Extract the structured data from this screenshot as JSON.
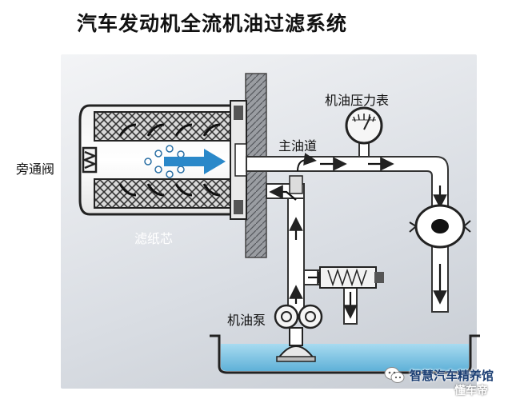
{
  "title": "汽车发动机全流机油过滤系统",
  "labels": {
    "bypass_valve": "旁通阀",
    "main_gallery": "主油道",
    "pressure_gauge": "机油压力表",
    "filter_element": "滤纸芯",
    "oil_pump": "机油泵"
  },
  "watermark": {
    "account": "智慧汽车精养馆",
    "sub": "懂车帝"
  },
  "colors": {
    "pipe": "#ffffff",
    "oil": "#7fc7e6",
    "flow_arrow": "#2a88c9",
    "wall": "#8c8f94"
  }
}
